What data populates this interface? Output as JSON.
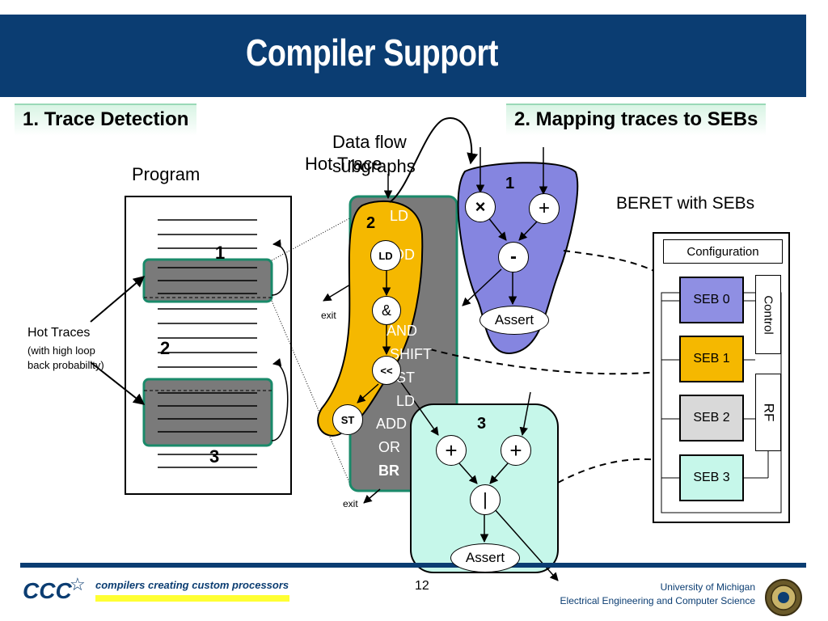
{
  "title": "Compiler Support",
  "sections": {
    "left": "1. Trace Detection",
    "right": "2. Mapping traces to SEBs"
  },
  "program": {
    "label": "Program",
    "markers": [
      "1",
      "2",
      "3"
    ],
    "hot_traces_label": "Hot Traces",
    "hot_traces_note_1": "(with high loop",
    "hot_traces_note_2": "back probability)"
  },
  "hot_trace": {
    "label": "Hot Trace",
    "instructions": [
      "LD",
      "ADD",
      "AND",
      "SHIFT",
      "ST",
      "LD",
      "ADD",
      "OR",
      "BR"
    ],
    "exit_labels": [
      "exit",
      "exit"
    ]
  },
  "dataflow": {
    "label_line1": "Data flow",
    "label_line2": "subgraphs",
    "subgraph_numbers": [
      "1",
      "2",
      "3"
    ],
    "sg1_nodes": [
      "×",
      "+",
      "-",
      "Assert"
    ],
    "sg2_nodes": [
      "LD",
      "&",
      "<<",
      "ST"
    ],
    "sg3_nodes": [
      "+",
      "+",
      "|",
      "Assert"
    ]
  },
  "beret": {
    "label": "BERET with SEBs",
    "configuration": "Configuration",
    "control": "Control",
    "rf": "RF",
    "sebs": [
      "SEB 0",
      "SEB 1",
      "SEB 2",
      "SEB 3"
    ]
  },
  "colors": {
    "title_bg": "#0b3d72",
    "subgraph1": "#8585e0",
    "subgraph2": "#f5b800",
    "subgraph3": "#c6f7ea",
    "hot_trace_box": "#7a7a7a",
    "seb0": "#8f8fe3",
    "seb1": "#f5b800",
    "seb2": "#d9d9d9",
    "seb3": "#c6f7ea"
  },
  "footer": {
    "tagline": "compilers creating custom processors",
    "page_number": "12",
    "university": "University of Michigan",
    "department": "Electrical Engineering and Computer Science",
    "logo_text": "CCC"
  }
}
